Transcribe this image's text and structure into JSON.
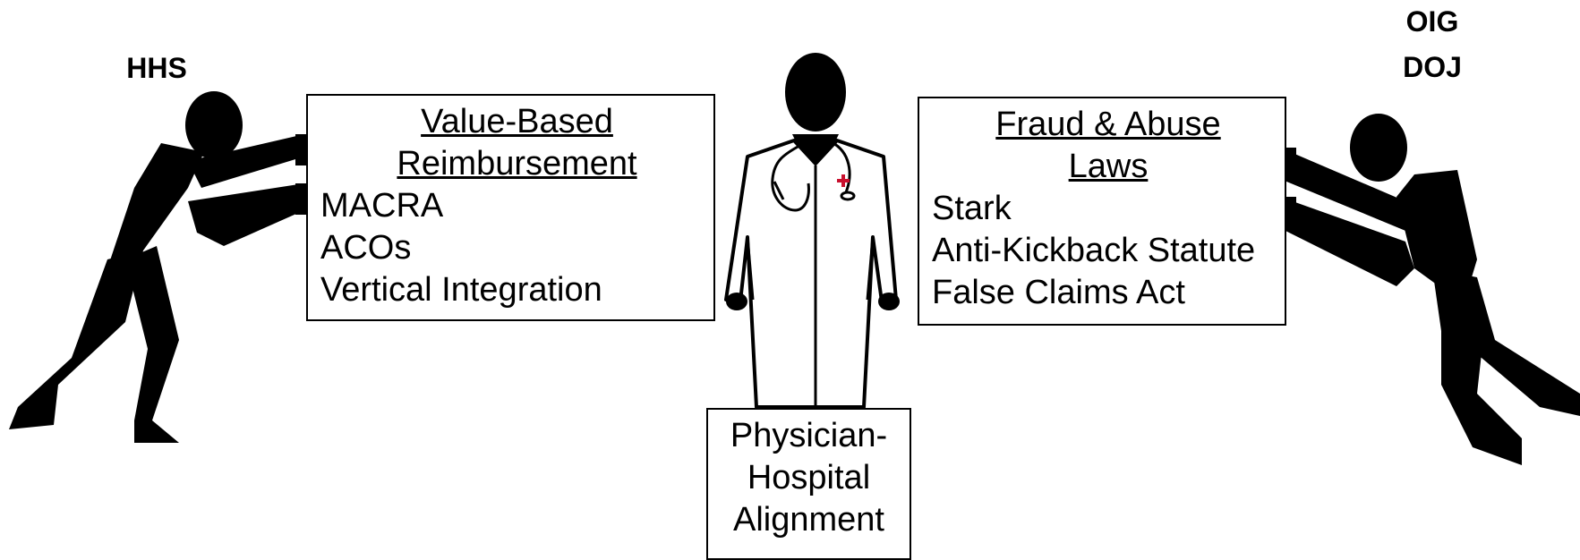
{
  "left_actor": {
    "label": "HHS"
  },
  "right_actor": {
    "labels": [
      "OIG",
      "DOJ"
    ]
  },
  "left_box": {
    "title_lines": [
      "Value-Based",
      "Reimbursement"
    ],
    "items": [
      "MACRA",
      "ACOs",
      "Vertical Integration"
    ]
  },
  "right_box": {
    "title_lines": [
      "Fraud & Abuse",
      "Laws"
    ],
    "items": [
      "Stark",
      "Anti-Kickback Statute",
      "False Claims Act"
    ]
  },
  "center_box": {
    "lines": [
      "Physician-",
      "Hospital",
      "Alignment"
    ]
  },
  "colors": {
    "cross": "#c8102e",
    "ink": "#000000"
  }
}
